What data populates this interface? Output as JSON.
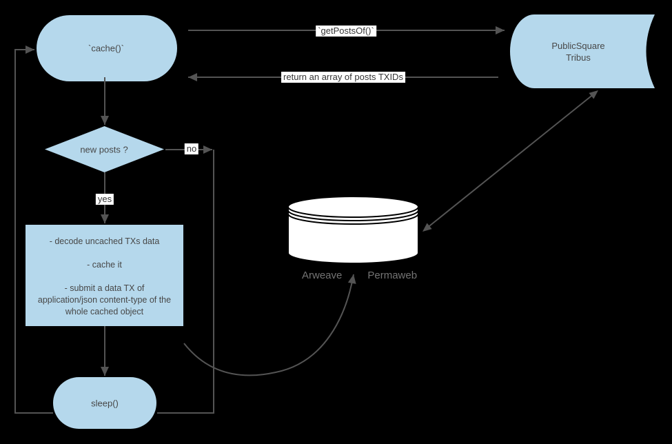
{
  "palette": {
    "background": "#000000",
    "shape-fill": "#b5d8ec",
    "line": "#545454",
    "shape-text": "#474747",
    "label-text": "#353535",
    "label-bg": "#ffffff",
    "muted-text": "#747474",
    "cylinder-fill": "#ffffff",
    "cylinder-stroke": "#000000"
  },
  "nodes": {
    "cache": {
      "label": "`cache()`"
    },
    "tribus": {
      "label": "PublicSquare\nTribus"
    },
    "decision": {
      "label": "new posts ?"
    },
    "process": {
      "items": [
        "- decode uncached TXs data",
        "- cache it",
        "- submit a data TX of\napplication/json content-type of the\nwhole cached object"
      ]
    },
    "sleep": {
      "label": "sleep()"
    },
    "storage": {
      "label_left": "Arweave",
      "label_right": "Permaweb"
    }
  },
  "edges": {
    "get_posts": {
      "label": "`getPostsOf()`"
    },
    "return_txids": {
      "label": "return an array of posts TXIDs"
    },
    "no": {
      "label": "no"
    },
    "yes": {
      "label": "yes"
    }
  }
}
